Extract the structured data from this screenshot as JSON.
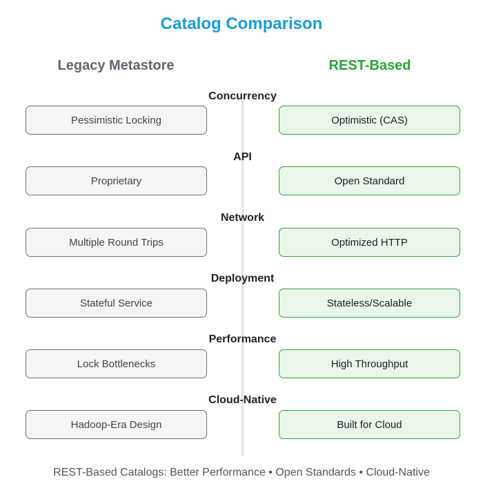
{
  "title": "Catalog Comparison",
  "columns": {
    "left": "Legacy Metastore",
    "right": "REST-Based"
  },
  "rows": [
    {
      "category": "Concurrency",
      "legacy": "Pessimistic Locking",
      "rest": "Optimistic (CAS)"
    },
    {
      "category": "API",
      "legacy": "Proprietary",
      "rest": "Open Standard"
    },
    {
      "category": "Network",
      "legacy": "Multiple Round Trips",
      "rest": "Optimized HTTP"
    },
    {
      "category": "Deployment",
      "legacy": "Stateful Service",
      "rest": "Stateless/Scalable"
    },
    {
      "category": "Performance",
      "legacy": "Lock Bottlenecks",
      "rest": "High Throughput"
    },
    {
      "category": "Cloud-Native",
      "legacy": "Hadoop-Era Design",
      "rest": "Built for Cloud"
    }
  ],
  "footer": "REST-Based Catalogs: Better Performance • Open Standards • Cloud-Native",
  "colors": {
    "title": "#1a9bd7",
    "legacy_header": "#5f6670",
    "rest_header": "#27a33a",
    "legacy_box_fill": "#f5f5f5",
    "legacy_box_border": "#6e6e6e",
    "rest_box_fill": "#eaf6ea",
    "rest_box_border": "#2fa23f"
  }
}
